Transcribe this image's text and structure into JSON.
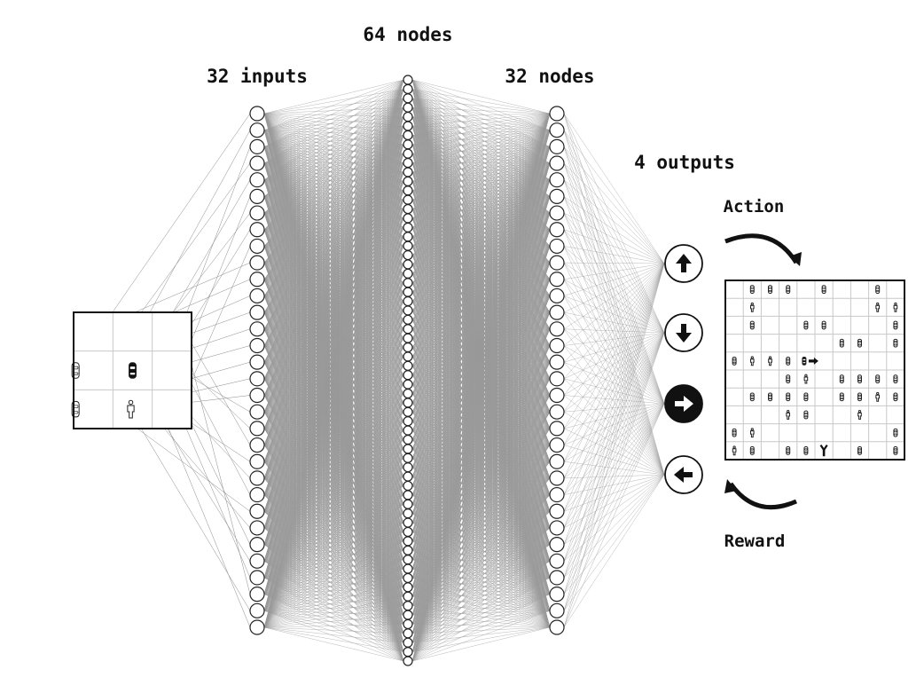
{
  "labels": {
    "inputs": "32 inputs",
    "hidden1": "64 nodes",
    "hidden2": "32 nodes",
    "outputs": "4 outputs",
    "action": "Action",
    "reward": "Reward"
  },
  "layers": {
    "inputs": 32,
    "hidden1": 64,
    "hidden2": 32,
    "outputs": 4
  },
  "output_actions": [
    {
      "name": "up",
      "icon": "arrow-up-icon",
      "active": false
    },
    {
      "name": "down",
      "icon": "arrow-down-icon",
      "active": false
    },
    {
      "name": "right",
      "icon": "arrow-right-icon",
      "active": true
    },
    {
      "name": "left",
      "icon": "arrow-left-icon",
      "active": false
    }
  ],
  "observation": {
    "rows": 3,
    "cols": 3,
    "cells": [
      [
        "",
        "",
        ""
      ],
      [
        "car",
        "agent",
        ""
      ],
      [
        "car",
        "person",
        ""
      ]
    ]
  },
  "environment": {
    "rows": 10,
    "cols": 10,
    "cells": [
      [
        "",
        "car",
        "car",
        "car",
        "",
        "car",
        "",
        "",
        "car",
        ""
      ],
      [
        "",
        "person",
        "",
        "",
        "",
        "",
        "",
        "",
        "person",
        "person"
      ],
      [
        "",
        "car",
        "",
        "",
        "car",
        "car",
        "",
        "",
        "",
        "car"
      ],
      [
        "",
        "",
        "",
        "",
        "",
        "",
        "car",
        "car",
        "",
        "car"
      ],
      [
        "car",
        "person",
        "person",
        "car",
        "agent",
        "",
        "",
        "",
        "",
        ""
      ],
      [
        "",
        "",
        "",
        "car",
        "person",
        "",
        "car",
        "car",
        "car",
        "car"
      ],
      [
        "",
        "car",
        "car",
        "car",
        "car",
        "",
        "car",
        "car",
        "person",
        "car"
      ],
      [
        "",
        "",
        "",
        "person",
        "car",
        "",
        "",
        "person",
        "",
        ""
      ],
      [
        "car",
        "person",
        "",
        "",
        "",
        "",
        "",
        "",
        "",
        "car"
      ],
      [
        "person",
        "car",
        "",
        "car",
        "car",
        "goal",
        "",
        "car",
        "",
        "car"
      ]
    ]
  },
  "colors": {
    "ink": "#111111",
    "connection": "#9a9a9a",
    "grid": "#c8c8c8"
  }
}
